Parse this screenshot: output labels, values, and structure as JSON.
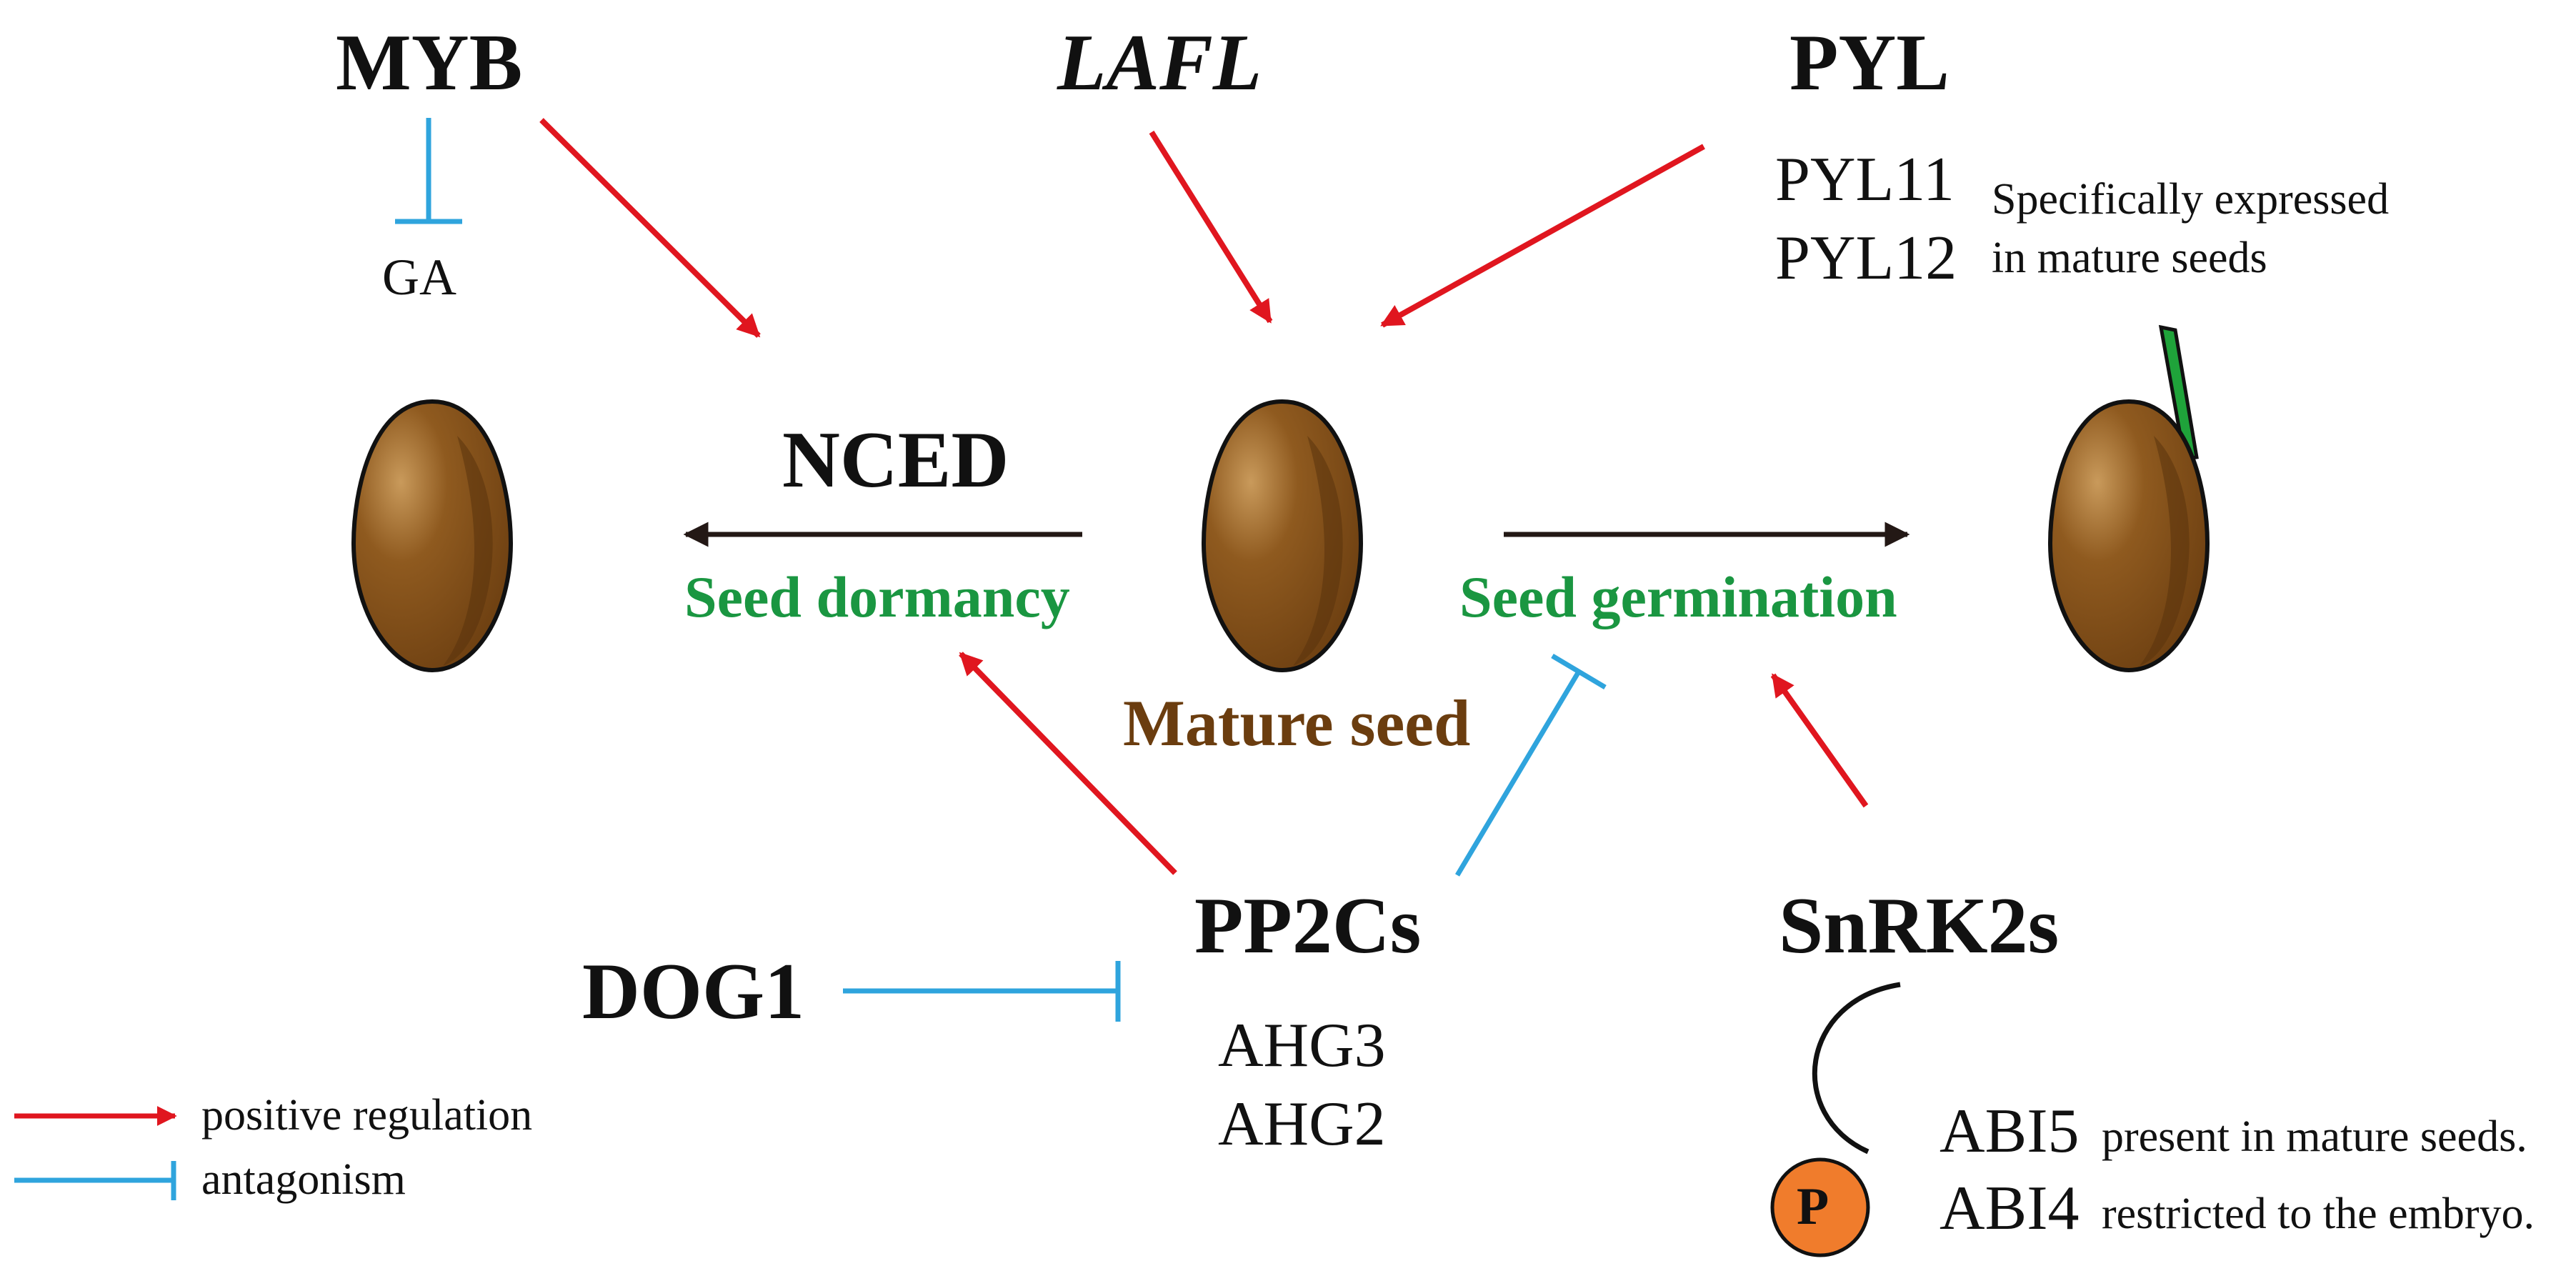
{
  "colors": {
    "positive": "#e0161f",
    "antagonism": "#2fa4dd",
    "process": "#1a9641",
    "seed_label": "#6b3d0f",
    "seed_body": "#8a551a",
    "sprout": "#1fa33a",
    "phospho": "#f07c2c",
    "flow_arrow": "#231815"
  },
  "regulators": {
    "myb": "MYB",
    "lafl": "LAFL",
    "pyl": "PYL",
    "ga": "GA",
    "nced": "NCED",
    "pp2cs": "PP2Cs",
    "dog1": "DOG1",
    "snrk2s": "SnRK2s"
  },
  "pyl_members": [
    "PYL11",
    "PYL12"
  ],
  "pyl_note": [
    "Specifically expressed",
    "in mature seeds"
  ],
  "processes": {
    "dormancy": "Seed dormancy",
    "germination": "Seed germination",
    "mature": "Mature seed"
  },
  "pp2c_members": [
    "AHG3",
    "AHG2"
  ],
  "abi": [
    {
      "name": "ABI5",
      "note": "present in mature seeds."
    },
    {
      "name": "ABI4",
      "note": "restricted to the embryo."
    }
  ],
  "phospho_label": "P",
  "legend": [
    {
      "label": "positive regulation",
      "kind": "positive"
    },
    {
      "label": "antagonism",
      "kind": "antagonism"
    }
  ]
}
